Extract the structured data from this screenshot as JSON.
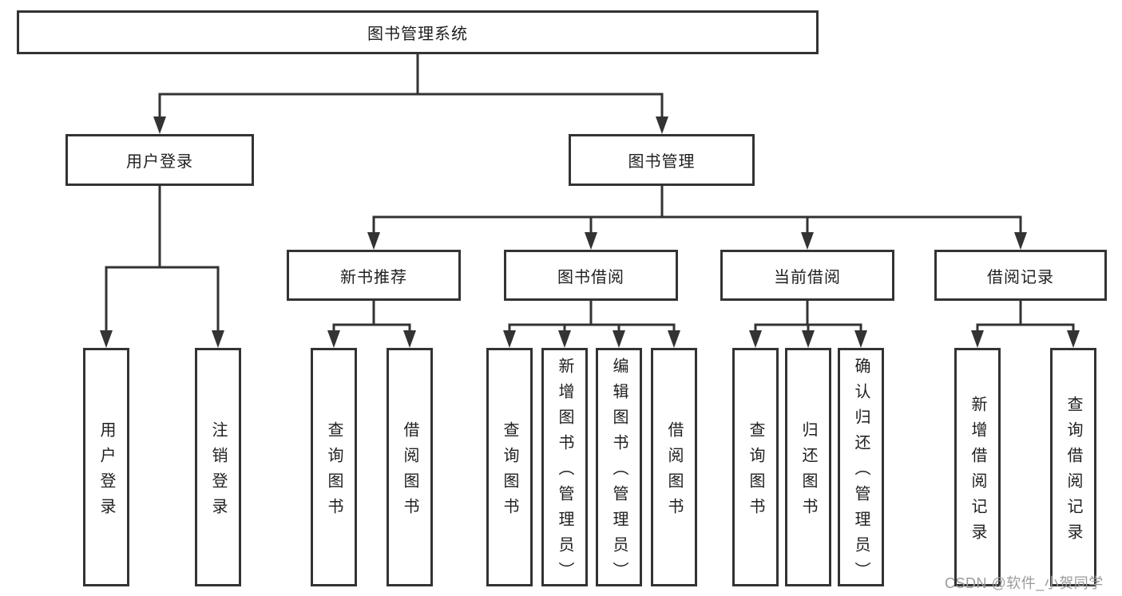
{
  "diagram_type": "hierarchy-flowchart",
  "colors": {
    "box_border": "#333333",
    "connector_line": "#333333",
    "text": "#1f1f1f",
    "background": "#ffffff",
    "watermark": "#9b9b9b"
  },
  "tree": {
    "root": {
      "label": "图书管理系统",
      "children": [
        {
          "label": "用户登录",
          "children": [
            {
              "label": "用户登录"
            },
            {
              "label": "注销登录"
            }
          ]
        },
        {
          "label": "图书管理",
          "children": [
            {
              "label": "新书推荐",
              "children": [
                {
                  "label": "查询图书"
                },
                {
                  "label": "借阅图书"
                }
              ]
            },
            {
              "label": "图书借阅",
              "children": [
                {
                  "label": "查询图书"
                },
                {
                  "label": "新增图书（管理员）"
                },
                {
                  "label": "编辑图书（管理员）"
                },
                {
                  "label": "借阅图书"
                }
              ]
            },
            {
              "label": "当前借阅",
              "children": [
                {
                  "label": "查询图书"
                },
                {
                  "label": "归还图书"
                },
                {
                  "label": "确认归还（管理员）"
                }
              ]
            },
            {
              "label": "借阅记录",
              "children": [
                {
                  "label": "新增借阅记录"
                },
                {
                  "label": "查询借阅记录"
                }
              ]
            }
          ]
        }
      ]
    }
  },
  "watermark": {
    "text": "CSDN @软件_小贺同学"
  }
}
